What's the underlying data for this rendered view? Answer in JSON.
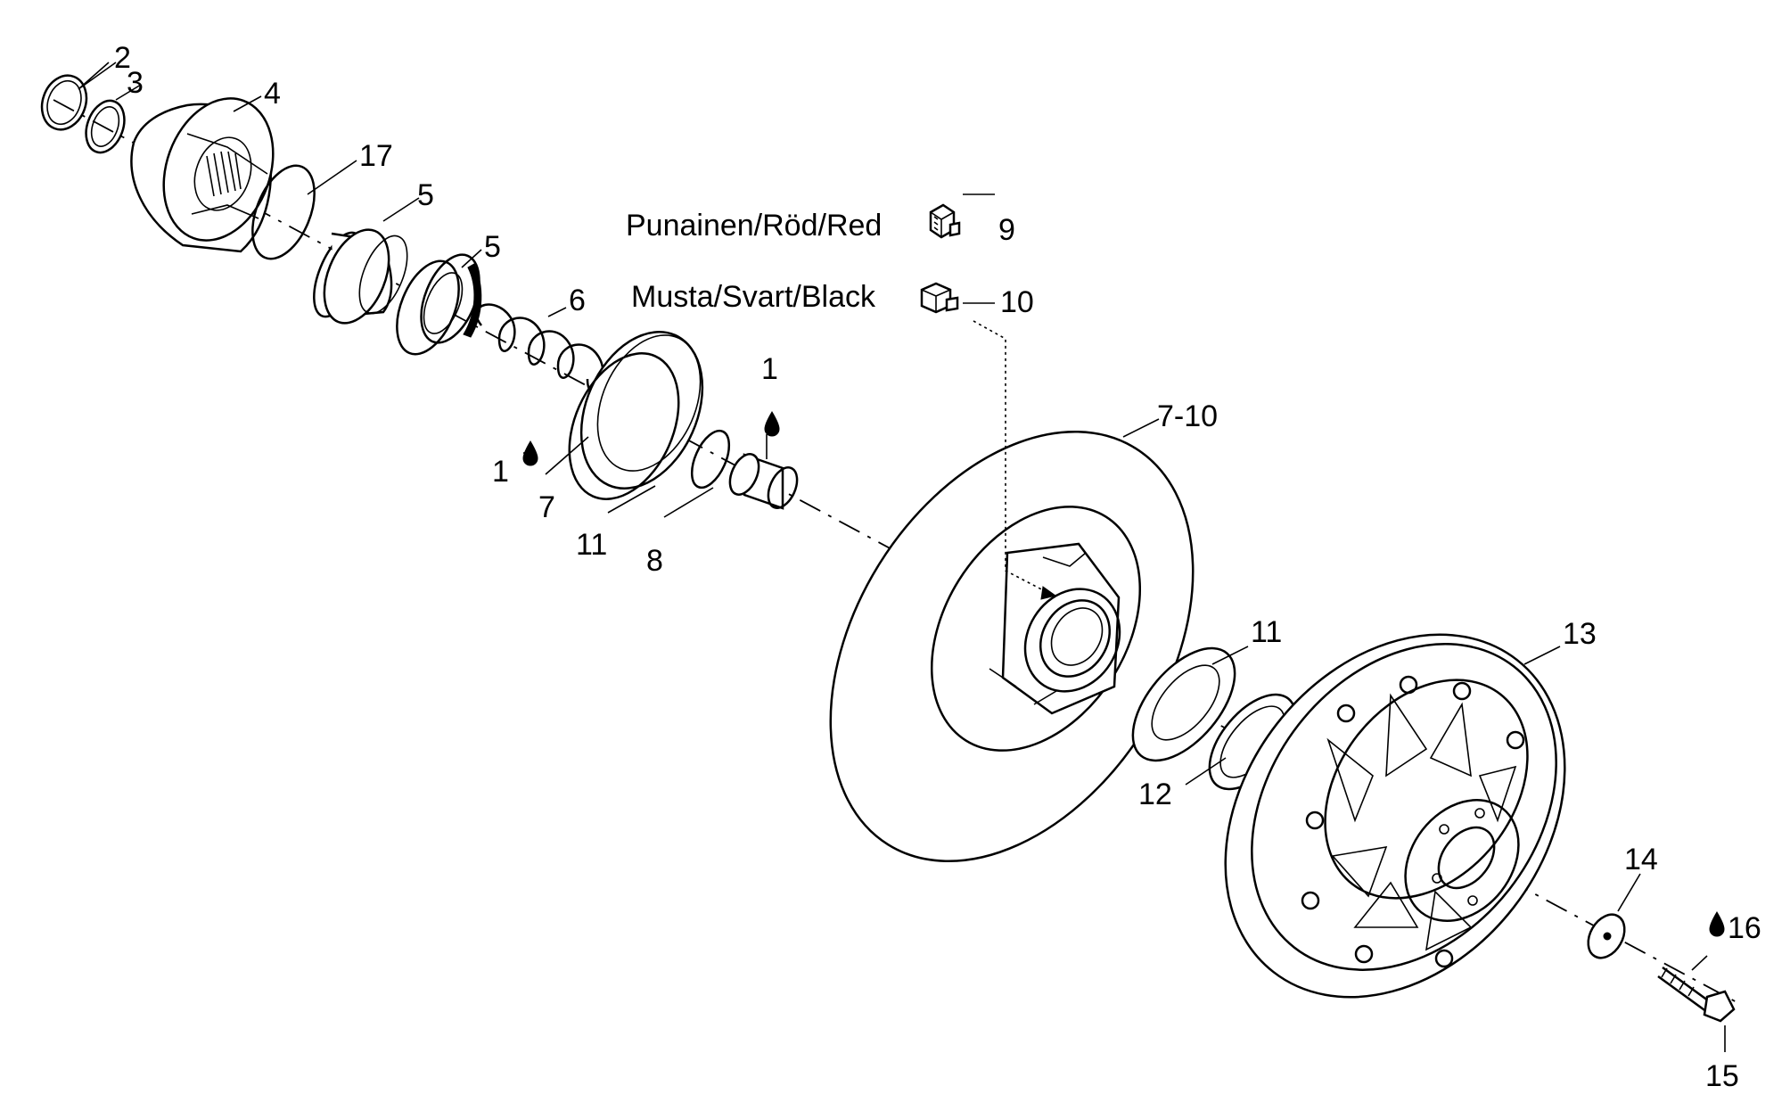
{
  "callouts": {
    "c2": "2",
    "c3": "3",
    "c4": "4",
    "c17": "17",
    "c5a": "5",
    "c5b": "5",
    "c6": "6",
    "c1a": "1",
    "c1b": "1",
    "c7": "7",
    "c11a": "11",
    "c8": "8",
    "c9": "9",
    "c10": "10",
    "c7_10": "7-10",
    "c11b": "11",
    "c12": "12",
    "c13": "13",
    "c14": "14",
    "c15": "15",
    "c16": "16"
  },
  "notes": {
    "red": "Punainen/Röd/Red",
    "black": "Musta/Svart/Black"
  },
  "icons": [
    "grease-drop-icon",
    "red-cap-icon",
    "black-cap-icon"
  ]
}
